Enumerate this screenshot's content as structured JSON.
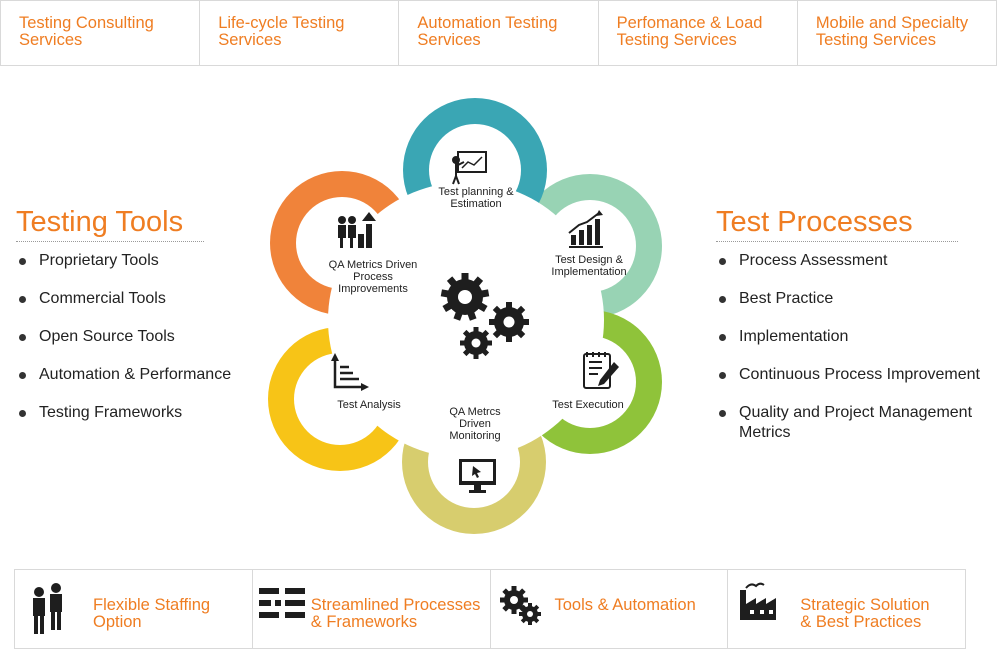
{
  "top_tabs": [
    {
      "line1": "Testing Consulting",
      "line2": "Services"
    },
    {
      "line1": "Life-cycle Testing",
      "line2": "Services"
    },
    {
      "line1": "Automation Testing",
      "line2": "Services"
    },
    {
      "line1": "Perfomance & Load",
      "line2": "Testing Services"
    },
    {
      "line1": "Mobile and Specialty",
      "line2": "Testing Services"
    }
  ],
  "left_panel": {
    "title": "Testing Tools",
    "items": [
      "Proprietary Tools",
      "Commercial Tools",
      "Open Source Tools",
      "Automation & Performance",
      "Testing Frameworks"
    ]
  },
  "right_panel": {
    "title": "Test Processes",
    "items": [
      "Process Assessment",
      "Best Practice",
      "Implementation",
      "Continuous Process Improvement",
      "Quality and Project Management Metrics"
    ]
  },
  "cycle": {
    "segments": [
      {
        "label_lines": [
          "Test planning &",
          "Estimation"
        ],
        "color": "#3aa6b4",
        "icon": "presentation-board-icon"
      },
      {
        "label_lines": [
          "Test Design &",
          "Implementation"
        ],
        "color": "#98d3b4",
        "icon": "growth-chart-icon"
      },
      {
        "label_lines": [
          "Test Execution"
        ],
        "color": "#8fc33a",
        "icon": "checklist-pencil-icon"
      },
      {
        "label_lines": [
          "QA Metrcs",
          "Driven",
          "Monitoring"
        ],
        "color": "#d7cd6e",
        "icon": "monitor-cursor-icon"
      },
      {
        "label_lines": [
          "Test Analysis"
        ],
        "color": "#f7c417",
        "icon": "line-chart-icon"
      },
      {
        "label_lines": [
          "QA Metrics Driven",
          "Process",
          "Improvements"
        ],
        "color": "#f0833a",
        "icon": "people-growth-icon"
      }
    ],
    "center_icon": "gears-icon"
  },
  "bottom_items": [
    {
      "line1": "Flexible Staffing",
      "line2": "Option",
      "icon": "people-icon"
    },
    {
      "line1": "Streamlined Processes",
      "line2": "& Frameworks",
      "icon": "process-blocks-icon"
    },
    {
      "line1": "Tools & Automation",
      "line2": "",
      "icon": "gears-icon"
    },
    {
      "line1": "Strategic Solution",
      "line2": "& Best Practices",
      "icon": "factory-icon"
    }
  ]
}
